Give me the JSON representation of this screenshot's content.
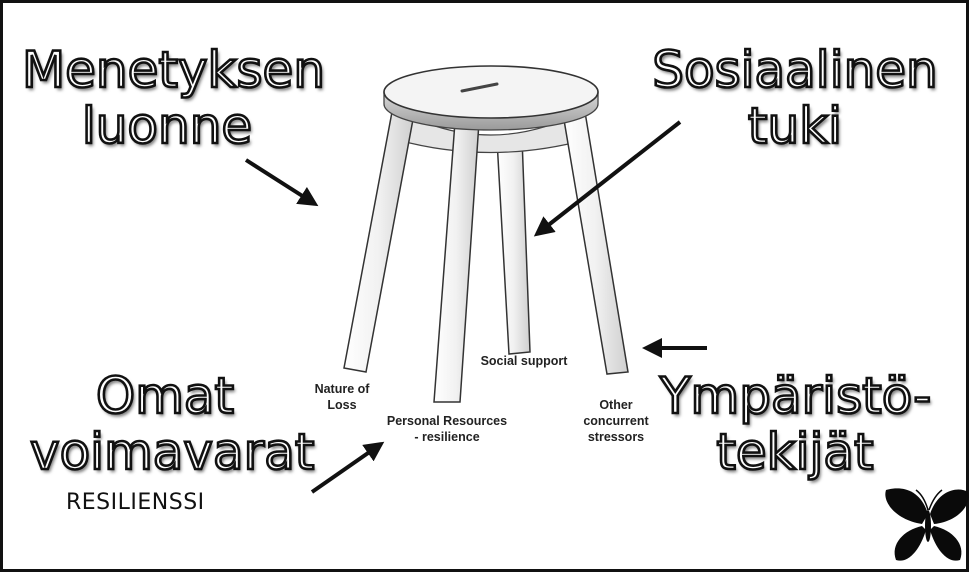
{
  "labels": {
    "menetyksen_line1": "Menetyksen",
    "menetyksen_line2": "luonne",
    "sosiaalinen_line1": "Sosiaalinen",
    "sosiaalinen_line2": "tuki",
    "omat_line1": "Omat",
    "omat_line2": "voimavarat",
    "omat_sub": "RESILIENSSI",
    "ymparisto_line1": "Ympäristö-",
    "ymparisto_line2": "tekijät"
  },
  "leg_labels": {
    "nature_line1": "Nature of",
    "nature_line2": "Loss",
    "social": "Social support",
    "personal_line1": "Personal Resources",
    "personal_line2": "- resilience",
    "other_line1": "Other",
    "other_line2": "concurrent",
    "other_line3": "stressors"
  },
  "icons": {
    "stool": "stool-illustration",
    "butterfly": "butterfly-icon"
  }
}
